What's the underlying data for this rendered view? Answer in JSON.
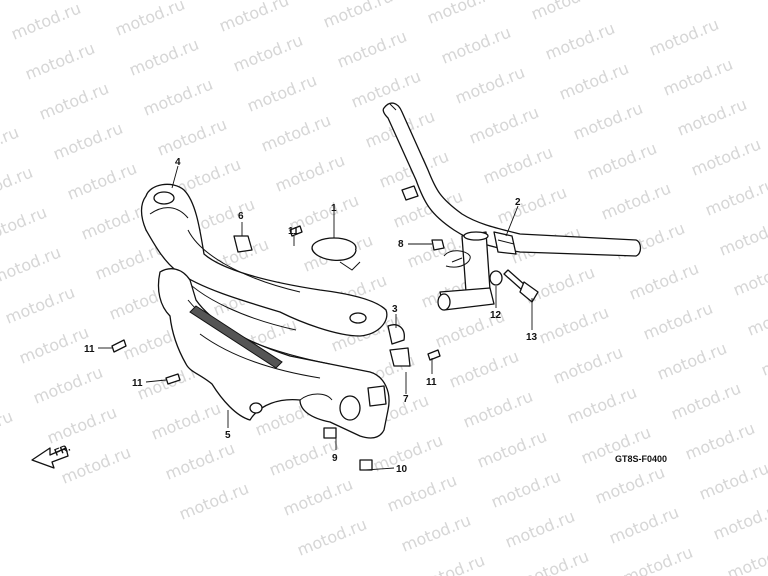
{
  "diagram": {
    "watermark": "motod.ru",
    "code": "GT8S-F0400",
    "direction_label": "FR.",
    "callouts": [
      "1",
      "2",
      "3",
      "4",
      "5",
      "6",
      "7",
      "8",
      "9",
      "10",
      "11",
      "11",
      "11",
      "11",
      "12",
      "13"
    ]
  }
}
